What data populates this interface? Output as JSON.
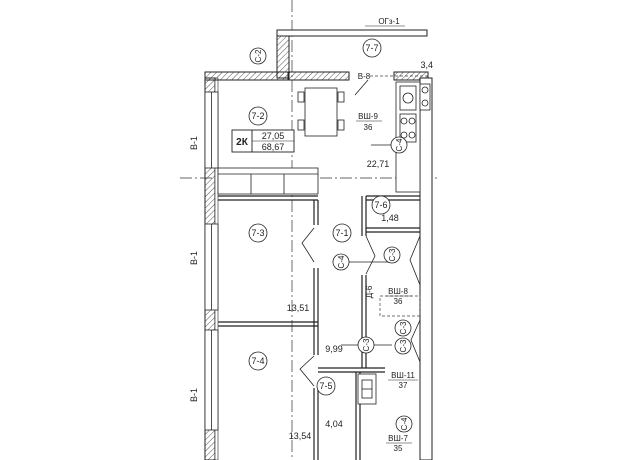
{
  "rooms": [
    {
      "id": "7-7",
      "area": "3,4"
    },
    {
      "id": "7-2",
      "area": ""
    },
    {
      "id": "7-3",
      "area": "13,51"
    },
    {
      "id": "7-4",
      "area": "13,54"
    },
    {
      "id": "7-1",
      "area": "9,99"
    },
    {
      "id": "7-5",
      "area": "4,04"
    },
    {
      "id": "7-6",
      "area": "1,48"
    }
  ],
  "apartment": {
    "type": "2К",
    "living_area": "27,05",
    "total_area": "68,67"
  },
  "kitchen_area": "22,71",
  "wall_tags": {
    "c2": "С-2",
    "c4_kitchen": "С-4",
    "c3_top": "С-3",
    "c4_hall": "С-4",
    "c3_mid": "С-3",
    "c3_low": "С-3",
    "c3_hall": "С-3",
    "c4_bottom": "С-4"
  },
  "labels": {
    "ogz": "ОГз-1",
    "v8": "В-8",
    "d6": "Д-6",
    "b1_top": "В-1",
    "b1_mid": "В-1",
    "b1_bot": "В-1"
  },
  "shafts": [
    {
      "code": "ВШ-9",
      "num": "36"
    },
    {
      "code": "ВШ-8",
      "num": "36"
    },
    {
      "code": "ВШ-11",
      "num": "37"
    },
    {
      "code": "ВШ-7",
      "num": "35"
    }
  ]
}
